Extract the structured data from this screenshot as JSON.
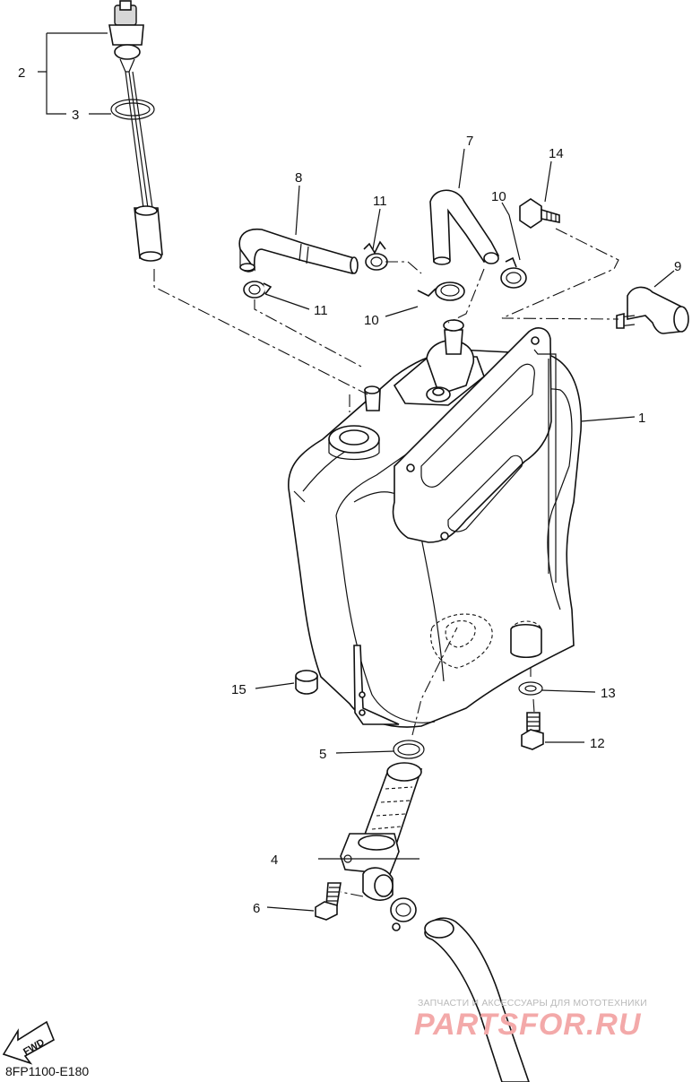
{
  "callouts": {
    "c1": "1",
    "c2": "2",
    "c3": "3",
    "c4": "4",
    "c5": "5",
    "c6": "6",
    "c7": "7",
    "c8": "8",
    "c9": "9",
    "c10a": "10",
    "c10b": "10",
    "c11a": "11",
    "c11b": "11",
    "c12": "12",
    "c13": "13",
    "c14": "14",
    "c15": "15"
  },
  "fwd_label": "FWD",
  "diagram_code": "8FP1100-E180",
  "watermark": {
    "line1": "ЗАПЧАСТИ И АКСЕССУАРЫ ДЛЯ МОТОТЕХНИКИ",
    "brand": "PARTSFOR.RU",
    "color": "#f3a9a9"
  }
}
